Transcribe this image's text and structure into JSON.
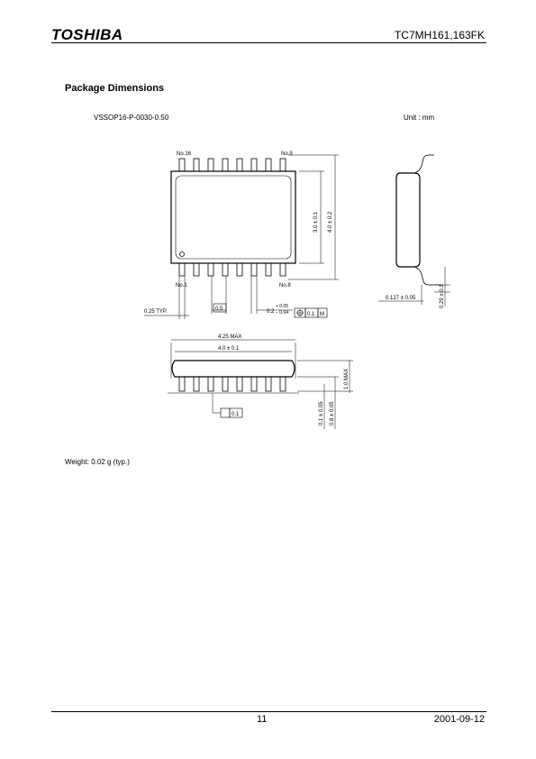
{
  "header": {
    "brand": "TOSHIBA",
    "doc_id": "TC7MH161,163FK"
  },
  "section_title": "Package Dimensions",
  "package_code": "VSSOP16-P-0030-0.50",
  "unit": "Unit : mm",
  "drawing": {
    "pin_first_top": "No.16",
    "pin_last_top": "No.9",
    "pin_first_bottom": "No.1",
    "pin_last_bottom": "No.8",
    "body_height": "3.0 ± 0.1",
    "total_height": "4.0 ± 0.2",
    "lead_typ": "0.25 TYP.",
    "pitch": "0.5",
    "lead_width": "0.2",
    "lead_width_tol_plus": "+ 0.05",
    "lead_width_tol_minus": "− 0.04",
    "position_tol": "0.1",
    "position_mod": "M",
    "lead_thickness": "0.127 ± 0.05",
    "lead_length": "0.29 ± 0.1",
    "overall_length": "4.25 MAX",
    "body_length": "4.0 ± 0.1",
    "max_height": "1.0 MAX",
    "standoff": "0.1 ± 0.05",
    "body_thickness": "0.8 ± 0.05",
    "flatness": "0.1"
  },
  "weight": "Weight: 0.02 g (typ.)",
  "footer": {
    "page": "11",
    "date": "2001-09-12"
  }
}
